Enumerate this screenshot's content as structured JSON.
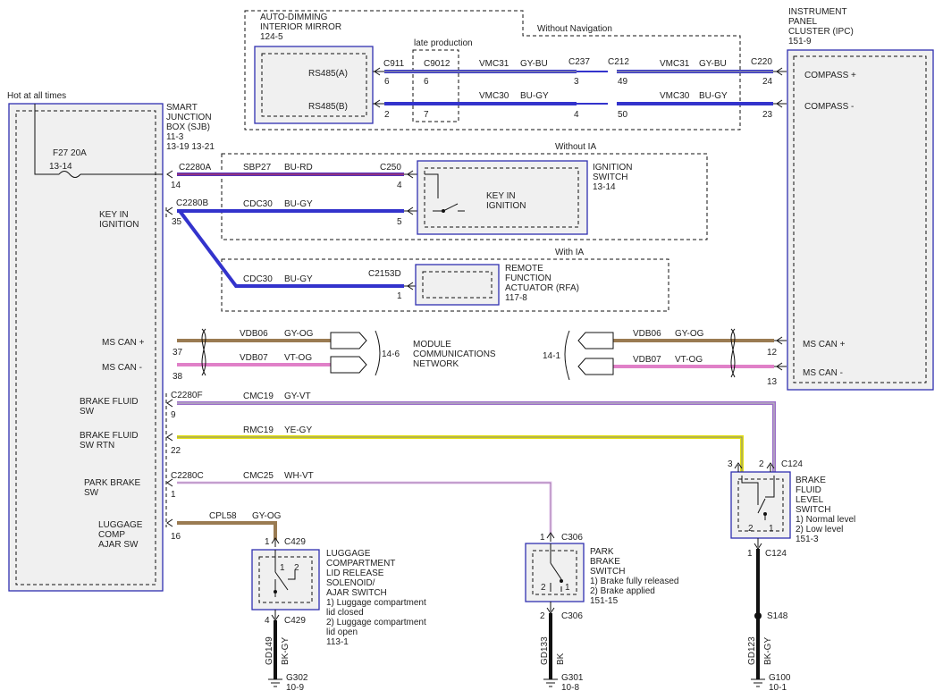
{
  "boxes": {
    "mirror": {
      "lines": [
        "AUTO-DIMMING",
        "INTERIOR MIRROR",
        "124-5"
      ],
      "rs485a": "RS485(A)",
      "rs485b": "RS485(B)"
    },
    "ipc": {
      "lines": [
        "INSTRUMENT",
        "PANEL",
        "CLUSTER (IPC)",
        "151-9"
      ],
      "compass_plus": "COMPASS +",
      "compass_minus": "COMPASS -",
      "mscan_plus": "MS CAN +",
      "mscan_minus": "MS CAN -"
    },
    "sjb": {
      "lines": [
        "SMART",
        "JUNCTION",
        "BOX (SJB)",
        "11-3",
        "13-19    13-21"
      ],
      "hot": "Hot at all times",
      "fuse": "F27   20A",
      "fuse_ref": "13-14",
      "key_in": [
        "KEY IN",
        "IGNITION"
      ],
      "mscan_plus": "MS CAN +",
      "mscan_minus": "MS CAN -",
      "brake_fluid": [
        "BRAKE FLUID",
        "SW"
      ],
      "brake_fluid_rtn": [
        "BRAKE FLUID",
        "SW RTN"
      ],
      "park_brake": [
        "PARK BRAKE",
        "SW"
      ],
      "luggage": [
        "LUGGAGE",
        "COMP",
        "AJAR SW"
      ]
    },
    "ignition": {
      "lines": [
        "IGNITION",
        "SWITCH",
        "13-14"
      ],
      "inner": [
        "KEY IN",
        "IGNITION"
      ]
    },
    "rfa": {
      "lines": [
        "REMOTE",
        "FUNCTION",
        "ACTUATOR (RFA)",
        "117-8"
      ]
    },
    "network": {
      "lines": [
        "MODULE",
        "COMMUNICATIONS",
        "NETWORK"
      ],
      "ref_left": "14-6",
      "ref_right": "14-1"
    },
    "brake_fluid_sw": {
      "lines": [
        "BRAKE",
        "FLUID",
        "LEVEL",
        "SWITCH",
        "1) Normal level",
        "2) Low level",
        "151-3"
      ]
    },
    "park_brake_sw": {
      "lines": [
        "PARK",
        "BRAKE",
        "SWITCH",
        "1) Brake fully released",
        "2) Brake applied",
        "151-15"
      ]
    },
    "luggage_sw": {
      "lines": [
        "LUGGAGE",
        "COMPARTMENT",
        "LID RELEASE",
        "SOLENOID/",
        "AJAR SWITCH",
        "1) Luggage compartment",
        "    lid closed",
        "2) Luggage compartment",
        "    lid open",
        "113-1"
      ]
    }
  },
  "annotations": {
    "without_nav": "Without Navigation",
    "late_production": "late production",
    "without_ia": "Without IA",
    "with_ia": "With IA"
  },
  "connectors": {
    "c911": "C911",
    "c9012": "C9012",
    "c237": "C237",
    "c212": "C212",
    "c220": "C220",
    "c2280a": "C2280A",
    "c250": "C250",
    "c2280b": "C2280B",
    "c2153d": "C2153D",
    "c2280f": "C2280F",
    "c2280c": "C2280C",
    "c124": "C124",
    "c429": "C429",
    "c306": "C306"
  },
  "pins": {
    "p6a": "6",
    "p6b": "6",
    "p3": "3",
    "p49": "49",
    "p24": "24",
    "p2": "2",
    "p7": "7",
    "p4": "4",
    "p50": "50",
    "p23": "23",
    "p14": "14",
    "p4b": "4",
    "p35": "35",
    "p5": "5",
    "p1rfa": "1",
    "p37": "37",
    "p38": "38",
    "p12": "12",
    "p13": "13",
    "p9": "9",
    "p22": "22",
    "p1": "1",
    "p16": "16",
    "p3b": "3",
    "p2b": "2",
    "c124_1": "1",
    "c429_1": "1",
    "c429_4": "4",
    "c306_1": "1",
    "c306_2": "2",
    "sw_1": "1",
    "sw_2": "2"
  },
  "wires": {
    "vmc31_l": {
      "circuit": "VMC31",
      "color": "GY-BU"
    },
    "vmc31_r": {
      "circuit": "VMC31",
      "color": "GY-BU"
    },
    "vmc30_l": {
      "circuit": "VMC30",
      "color": "BU-GY"
    },
    "vmc30_r": {
      "circuit": "VMC30",
      "color": "BU-GY"
    },
    "sbp27": {
      "circuit": "SBP27",
      "color": "BU-RD"
    },
    "cdc30_a": {
      "circuit": "CDC30",
      "color": "BU-GY"
    },
    "cdc30_b": {
      "circuit": "CDC30",
      "color": "BU-GY"
    },
    "vdb06_l": {
      "circuit": "VDB06",
      "color": "GY-OG"
    },
    "vdb07_l": {
      "circuit": "VDB07",
      "color": "VT-OG"
    },
    "vdb06_r": {
      "circuit": "VDB06",
      "color": "GY-OG"
    },
    "vdb07_r": {
      "circuit": "VDB07",
      "color": "VT-OG"
    },
    "cmc19": {
      "circuit": "CMC19",
      "color": "GY-VT"
    },
    "rmc19": {
      "circuit": "RMC19",
      "color": "YE-GY"
    },
    "cmc25": {
      "circuit": "CMC25",
      "color": "WH-VT"
    },
    "cpl58": {
      "circuit": "CPL58",
      "color": "GY-OG"
    },
    "gd149": {
      "circuit": "GD149",
      "color": "BK-GY"
    },
    "gd133": {
      "circuit": "GD133",
      "color": "BK"
    },
    "gd123": {
      "circuit": "GD123",
      "color": "BK-GY"
    }
  },
  "grounds": {
    "g302": [
      "G302",
      "10-9"
    ],
    "g301": [
      "G301",
      "10-8"
    ],
    "g100": [
      "G100",
      "10-1"
    ],
    "s148": "S148"
  },
  "colors": {
    "box_border": "#2f2fb0",
    "box_fill": "#f0f0f0",
    "blue": "#3333cc",
    "violet": "#5533bb",
    "pink": "#e080c8",
    "tan": "#9a7b52",
    "yellow": "#e3e010",
    "black": "#111111"
  }
}
